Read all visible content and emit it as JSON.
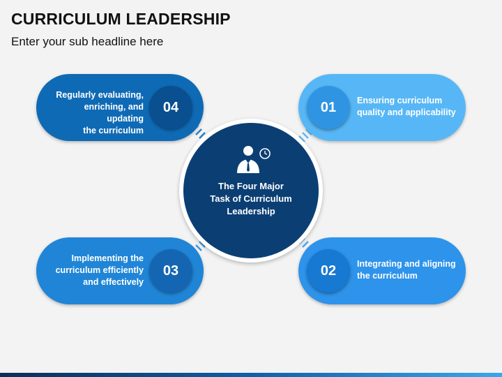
{
  "header": {
    "title": "CURRICULUM LEADERSHIP",
    "subtitle": "Enter your sub headline here"
  },
  "center": {
    "line1": "The Four Major",
    "line2": "Task of Curriculum",
    "line3": "Leadership",
    "icon": "businessman-clock-icon"
  },
  "items": {
    "i01": {
      "number": "01",
      "line1": "Ensuring curriculum",
      "line2": "quality and applicability",
      "color": "#57b7f6"
    },
    "i02": {
      "number": "02",
      "line1": "Integrating and aligning",
      "line2": "the curriculum",
      "color": "#2e93ea"
    },
    "i03": {
      "number": "03",
      "line1": "Implementing the",
      "line2": "curriculum efficiently",
      "line3": "and effectively",
      "color": "#2085d6"
    },
    "i04": {
      "number": "04",
      "line1": "Regularly evaluating,",
      "line2": "enriching, and updating",
      "line3": "the curriculum",
      "color": "#0f6ab5"
    }
  },
  "colors": {
    "center_fill": "#0b3f74",
    "background": "#f3f3f3"
  }
}
